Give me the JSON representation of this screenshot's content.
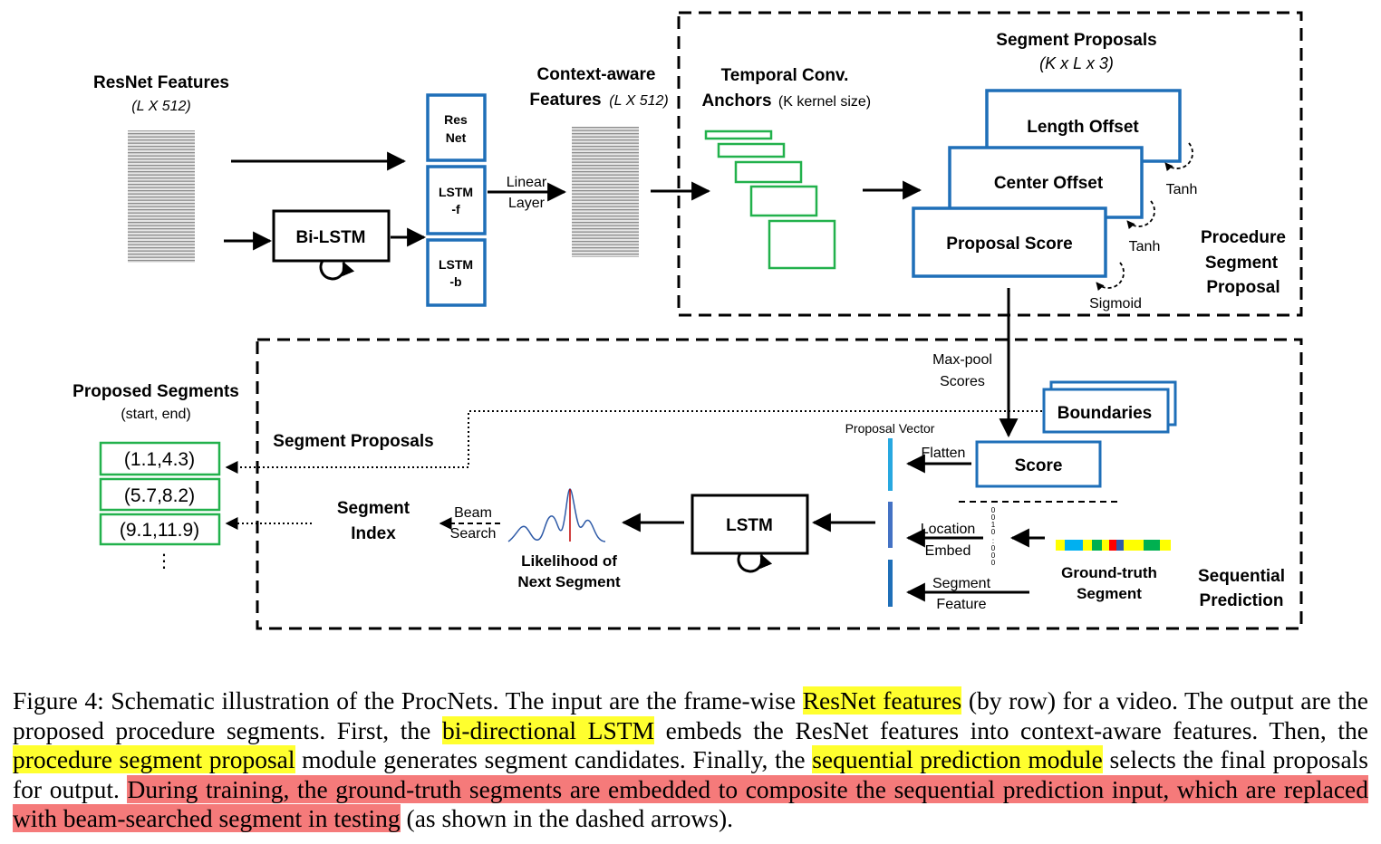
{
  "colors": {
    "blue": "#1f6fb8",
    "green": "#22b14c",
    "highlight_yellow": "#ffff2e",
    "highlight_red": "#f57a7a"
  },
  "labels": {
    "resnet_features": "ResNet Features",
    "resnet_dims": "(L X 512)",
    "bilstm": "Bi-LSTM",
    "res": "Res",
    "net": "Net",
    "lstm": "LSTM",
    "f_suffix": "-f",
    "b_suffix": "-b",
    "linear": "Linear",
    "layer": "Layer",
    "context_aware": "Context-aware",
    "features": "Features",
    "context_dims": "(L X 512)",
    "temporal_conv": "Temporal Conv.",
    "anchors": "Anchors",
    "kernel_size": "(K kernel size)",
    "segment_proposals_title": "Segment Proposals",
    "segment_proposals_dims": "(K x L x 3)",
    "length_offset": "Length Offset",
    "center_offset": "Center Offset",
    "proposal_score": "Proposal Score",
    "tanh_1": "Tanh",
    "tanh_2": "Tanh",
    "sigmoid": "Sigmoid",
    "procedure": "Procedure",
    "segment": "Segment",
    "proposal": "Proposal",
    "maxpool": "Max-pool",
    "scores": "Scores",
    "boundaries": "Boundaries",
    "proposal_vector": "Proposal Vector",
    "flatten": "Flatten",
    "score": "Score",
    "location": "Location",
    "embed": "Embed",
    "segment_lower": "Segment",
    "feature": "Feature",
    "ground_truth": "Ground-truth",
    "segment_gt": "Segment",
    "sequential": "Sequential",
    "prediction": "Prediction",
    "lstm_main": "LSTM",
    "likelihood_of": "Likelihood of",
    "next_segment": "Next Segment",
    "beam": "Beam",
    "search": "Search",
    "segment_index_1": "Segment",
    "segment_index_2": "Index",
    "segment_proposals_inner": "Segment Proposals",
    "proposed_segments": "Proposed Segments",
    "start_end": "(start, end)",
    "seg1": "(1.1,4.3)",
    "seg2": "(5.7,8.2)",
    "seg3": "(9.1,11.9)",
    "vdots": "⋮"
  },
  "caption": {
    "p1": "Figure 4: Schematic illustration of the ProcNets. The input are the frame-wise ",
    "h1": "ResNet features",
    "p2": " (by row) for a video. The output are the proposed procedure segments. First, the ",
    "h2": "bi-directional LSTM",
    "p3": " embeds the ResNet features into context-aware features. Then, the ",
    "h3": "procedure segment proposal",
    "p4": " module generates segment candidates. Finally, the ",
    "h4": "sequential prediction module",
    "p5": " selects the final proposals for output. ",
    "h5": "During training, the ground-truth segments are embedded to composite the sequential prediction input, which are replaced with beam-searched segment in testing",
    "p6": " (as shown in the dashed arrows)."
  }
}
